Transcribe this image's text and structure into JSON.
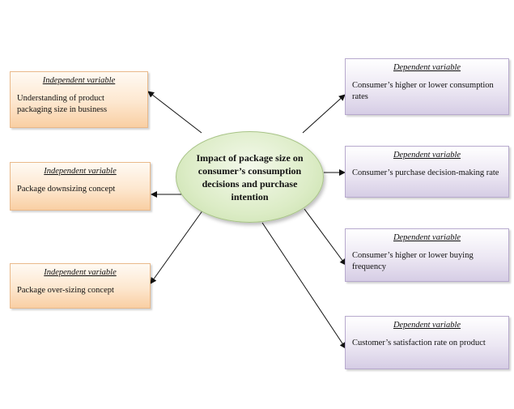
{
  "center": {
    "label": "Impact of package size on consumer’s consumption decisions and purchase intention"
  },
  "independent_variables": [
    {
      "heading": "Independent variable",
      "text": "Understanding of product packaging size in business"
    },
    {
      "heading": "Independent variable",
      "text": "Package downsizing concept"
    },
    {
      "heading": "Independent variable",
      "text": "Package over-sizing concept"
    }
  ],
  "dependent_variables": [
    {
      "heading": "Dependent variable",
      "text": "Consumer’s higher or lower consumption rates"
    },
    {
      "heading": "Dependent variable",
      "text": "Consumer’s purchase decision-making rate"
    },
    {
      "heading": "Dependent variable",
      "text": "Consumer’s higher or lower buying frequency"
    },
    {
      "heading": "Dependent variable",
      "text": "Customer’s satisfaction rate on product"
    }
  ]
}
